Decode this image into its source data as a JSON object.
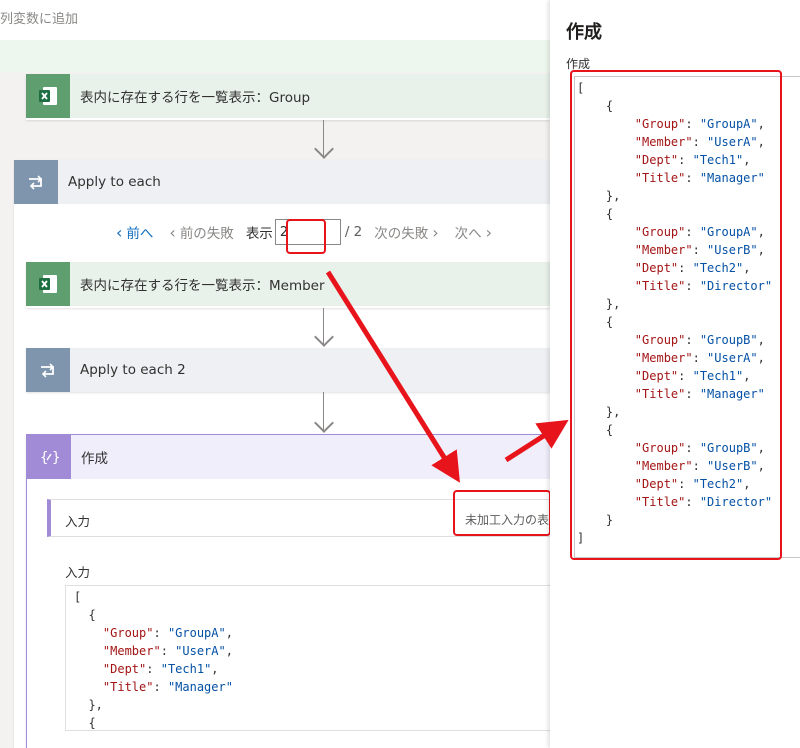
{
  "top_action_label": "列変数に追加",
  "steps": {
    "list_group": "表内に存在する行を一覧表示：Group",
    "apply_each": "Apply to each",
    "list_member": "表内に存在する行を一覧表示：Member",
    "apply_each_2": "Apply to each 2",
    "compose": "作成"
  },
  "pager": {
    "prev": "前へ",
    "prev_fail": "前の失敗",
    "show_label": "表示",
    "page_value": "2",
    "total": "/ 2",
    "next_fail": "次の失敗",
    "next": "次へ"
  },
  "compose_card": {
    "input_section": "入力",
    "raw_link": "未加工入力の表",
    "input_label": "入力"
  },
  "panel": {
    "title": "作成",
    "label": "作成"
  },
  "records": [
    {
      "Group": "GroupA",
      "Member": "UserA",
      "Dept": "Tech1",
      "Title": "Manager"
    },
    {
      "Group": "GroupA",
      "Member": "UserB",
      "Dept": "Tech2",
      "Title": "Director"
    },
    {
      "Group": "GroupB",
      "Member": "UserA",
      "Dept": "Tech1",
      "Title": "Manager"
    },
    {
      "Group": "GroupB",
      "Member": "UserB",
      "Dept": "Tech2",
      "Title": "Director"
    }
  ],
  "colors": {
    "excel": "#5f9e6e",
    "loop": "#7f95ad",
    "compose": "#a28bd6",
    "highlight": "#e8141b",
    "link": "#0f6cbd"
  },
  "icons": [
    "excel-icon",
    "loop-icon",
    "compose-icon",
    "chevron-left-icon",
    "chevron-right-icon"
  ]
}
